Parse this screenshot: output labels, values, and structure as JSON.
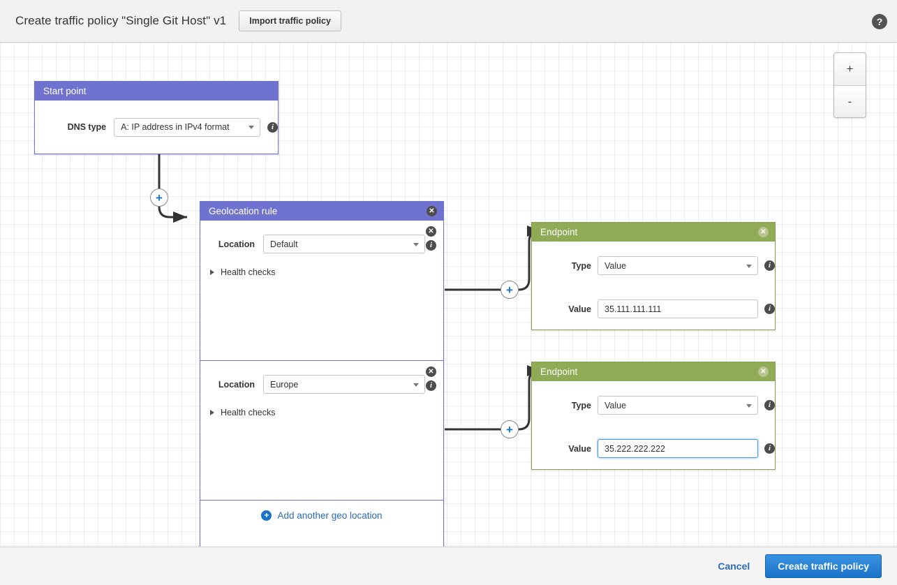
{
  "header": {
    "title": "Create traffic policy \"Single Git Host\" v1",
    "import_button": "Import traffic policy",
    "help_icon": "?"
  },
  "zoom_control": {
    "zoom_in": "+",
    "zoom_out": "-"
  },
  "start_point": {
    "title": "Start point",
    "dns_type_label": "DNS type",
    "dns_type_value": "A: IP address in IPv4 format"
  },
  "geolocation_rule": {
    "title": "Geolocation rule",
    "add_link": "Add another geo location",
    "sections": [
      {
        "location_label": "Location",
        "location_value": "Default",
        "health_checks_label": "Health checks"
      },
      {
        "location_label": "Location",
        "location_value": "Europe",
        "health_checks_label": "Health checks"
      }
    ]
  },
  "endpoints": [
    {
      "title": "Endpoint",
      "type_label": "Type",
      "type_value": "Value",
      "value_label": "Value",
      "value_value": "35.111.111.111",
      "focused": false
    },
    {
      "title": "Endpoint",
      "type_label": "Type",
      "type_value": "Value",
      "value_label": "Value",
      "value_value": "35.222.222.222",
      "focused": true
    }
  ],
  "footer": {
    "cancel_label": "Cancel",
    "submit_label": "Create traffic policy"
  },
  "icons": {
    "close": "✕",
    "info": "i",
    "plus": "+"
  },
  "colors": {
    "rule_purple": "#6f73cf",
    "endpoint_green": "#8fab55",
    "accent_blue": "#1a73c8",
    "canvas_grid": "#ededed"
  }
}
